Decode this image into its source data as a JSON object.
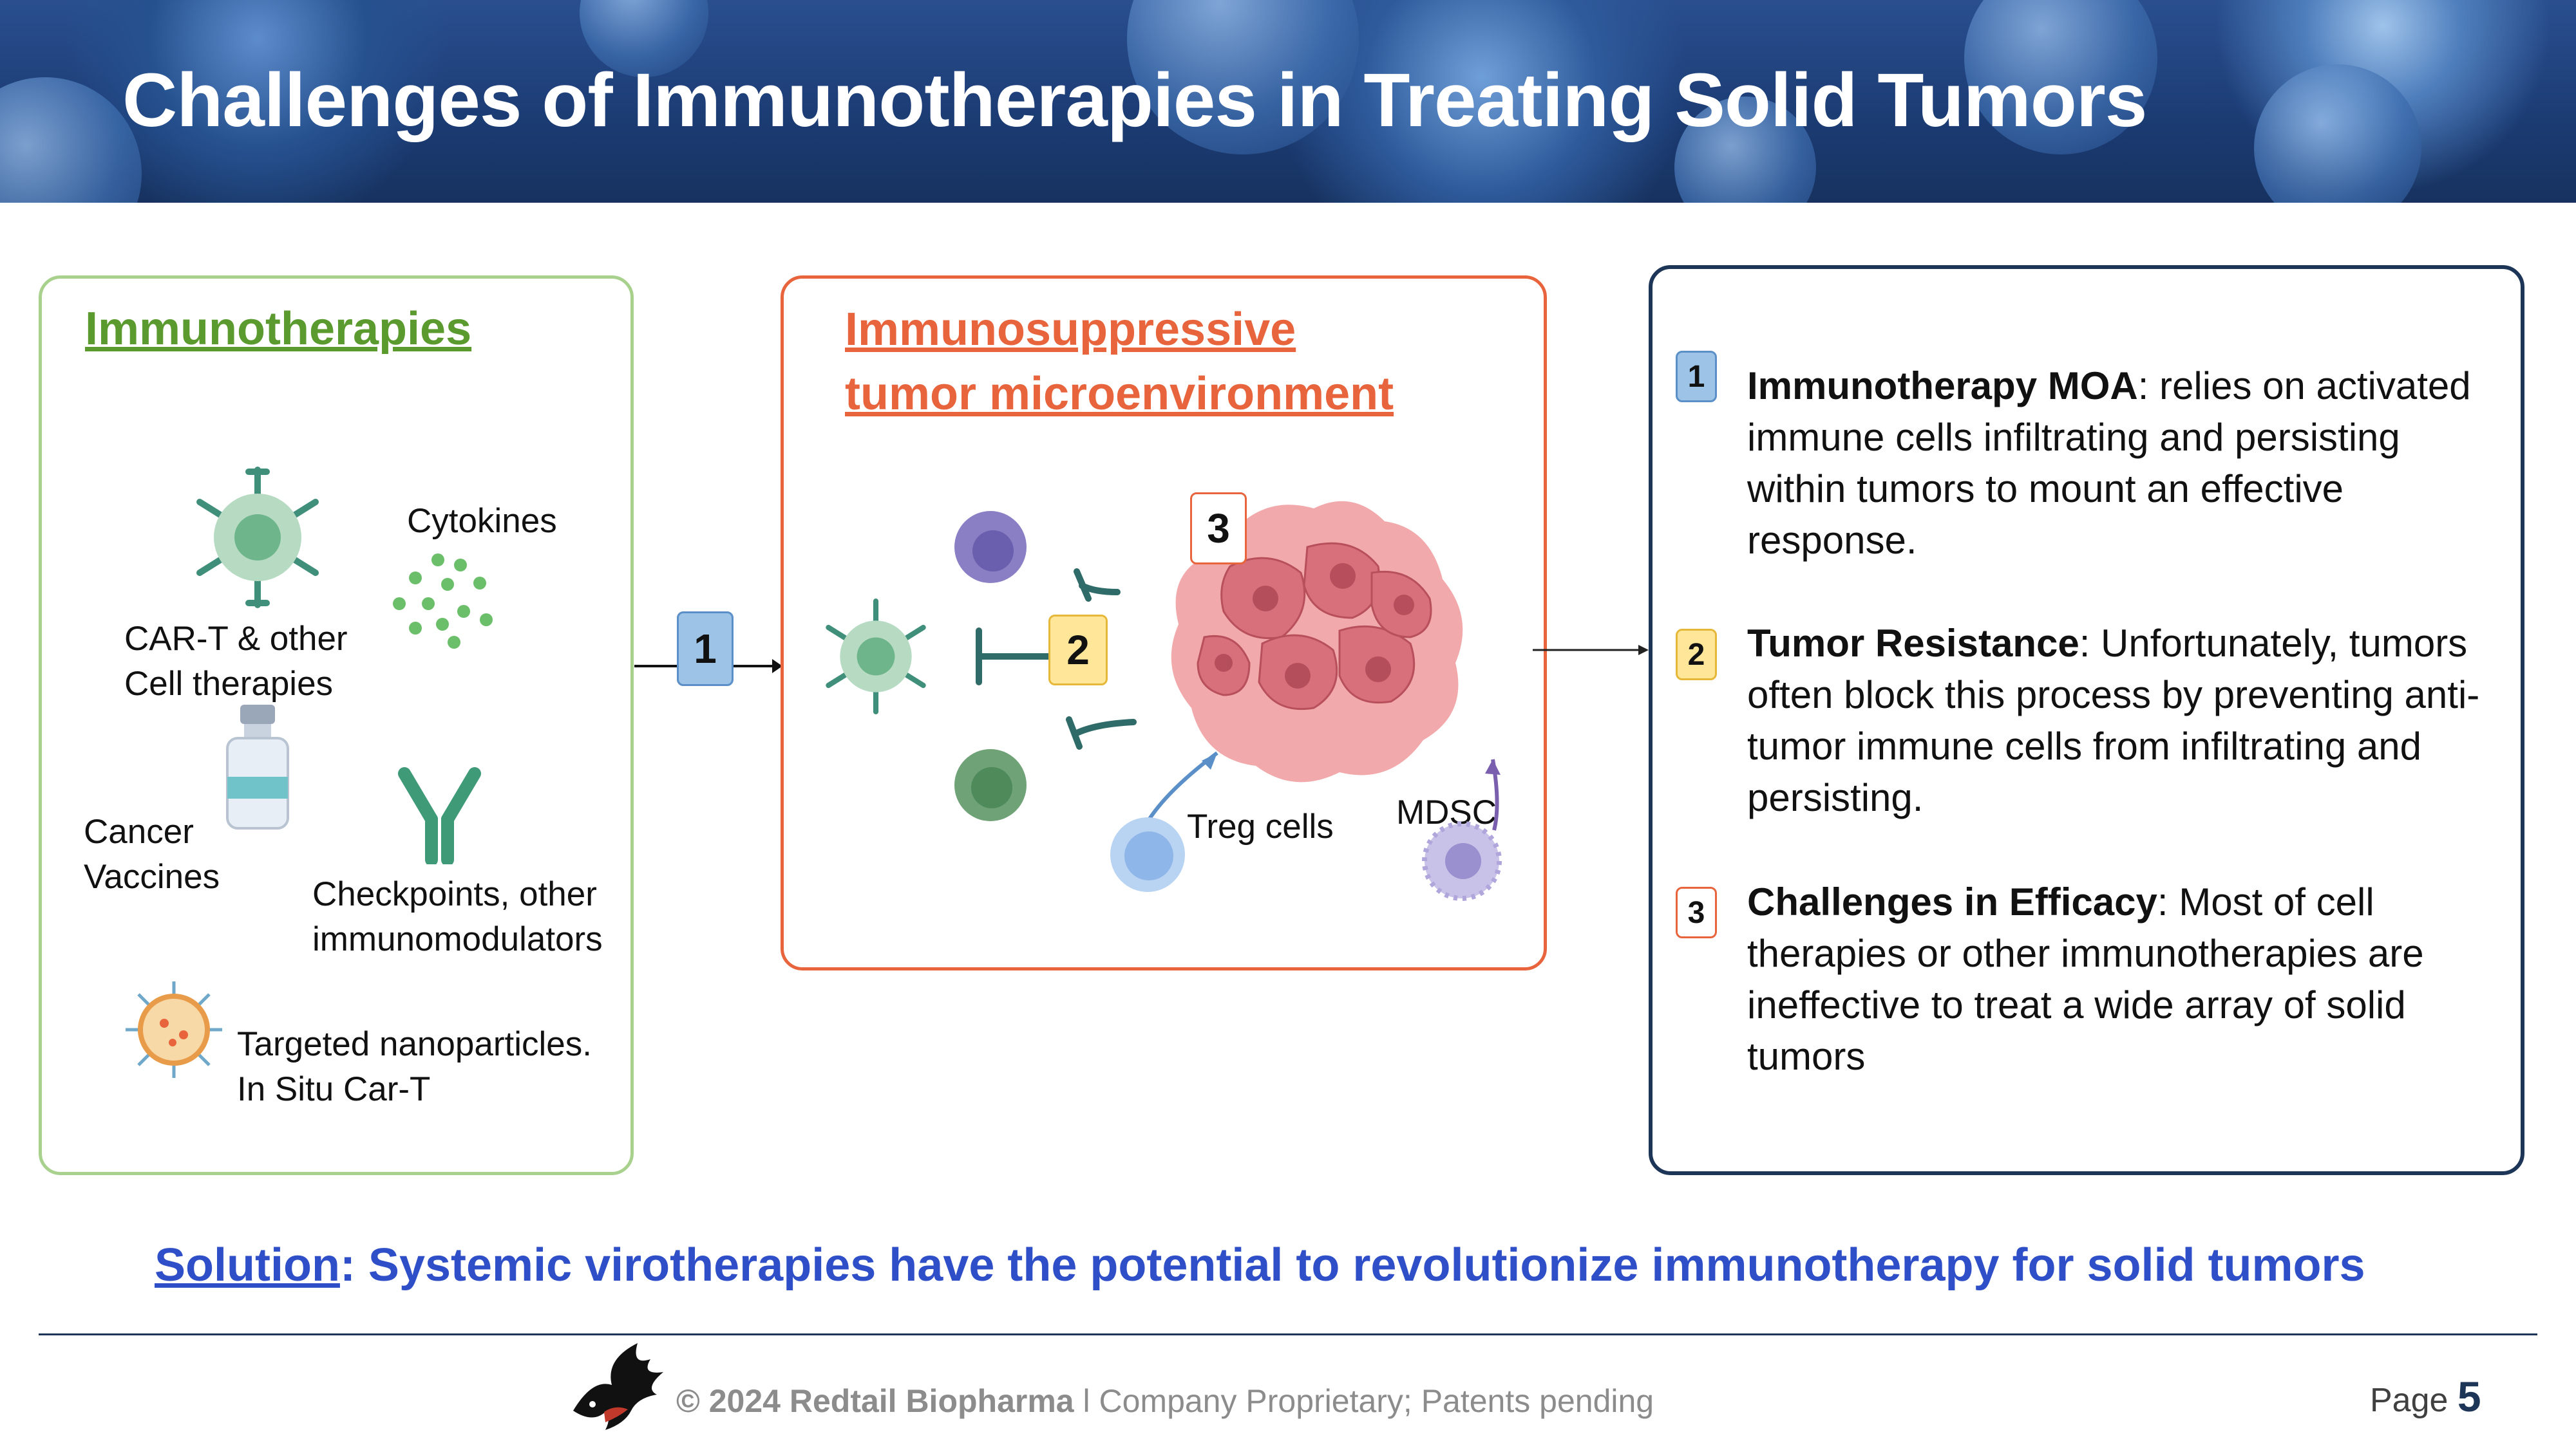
{
  "title": "Challenges of Immunotherapies in Treating Solid Tumors",
  "left_panel": {
    "heading": "Immunotherapies",
    "items": {
      "cytokines": "Cytokines",
      "cart_line1": "CAR-T & other",
      "cart_line2": "Cell therapies",
      "vaccines_line1": "Cancer",
      "vaccines_line2": "Vaccines",
      "checkpoints_line1": "Checkpoints, other",
      "checkpoints_line2": "immunomodulators",
      "nano_line1": "Targeted nanoparticles.",
      "nano_line2": "In Situ Car-T"
    }
  },
  "middle_panel": {
    "heading_line1": "Immunosuppressive",
    "heading_line2": "tumor microenvironment",
    "treg_label": "Treg cells",
    "mdsc_label": "MDSC",
    "marker_2": "2",
    "marker_3": "3"
  },
  "arrow_marker": "1",
  "right_panel": {
    "items": [
      {
        "num": "1",
        "bold": "Immunotherapy MOA",
        "lines": [
          ": relies on activated",
          "immune cells infiltrating and persisting",
          "within tumors to mount an effective",
          "response."
        ]
      },
      {
        "num": "2",
        "bold": "Tumor Resistance",
        "lines": [
          ": Unfortunately, tumors",
          "often block this process by preventing anti-",
          "tumor immune cells from infiltrating and",
          "persisting."
        ]
      },
      {
        "num": "3",
        "bold": "Challenges in Efficacy",
        "lines": [
          ": Most  of cell",
          "therapies or other immunotherapies  are",
          "ineffective to treat a wide array of solid",
          "tumors"
        ]
      }
    ]
  },
  "solution": {
    "label": "Solution",
    "text": ": Systemic virotherapies have the potential to revolutionize immunotherapy for solid tumors"
  },
  "footer": {
    "copyright_bold": "© 2024 Redtail Biopharma",
    "copyright_rest": " l  Company Proprietary; Patents pending",
    "page_label": "Page ",
    "page_number": "5"
  },
  "colors": {
    "green": "#5b9a2e",
    "orange": "#e8643c",
    "navy": "#1d3557",
    "solution_blue": "#2f4fc8"
  },
  "icons": [
    "car-t-cell-icon",
    "cytokine-dots-icon",
    "vaccine-vial-icon",
    "antibody-icon",
    "nanoparticle-icon",
    "tumor-mass-icon",
    "immune-cell-icon",
    "inhibition-icon",
    "hawk-logo-icon"
  ]
}
